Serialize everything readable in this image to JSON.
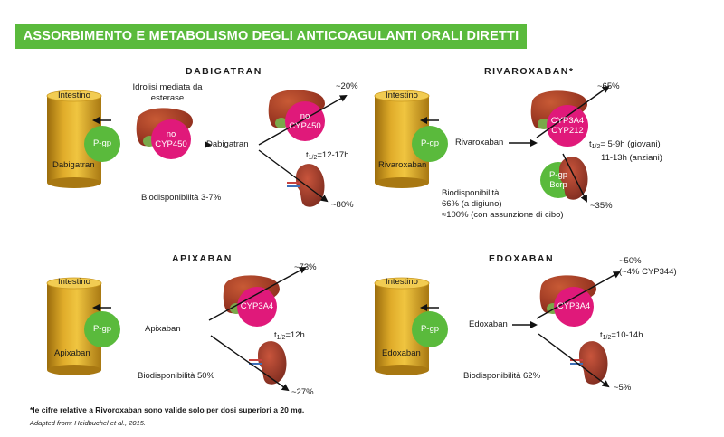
{
  "title": "ASSORBIMENTO E METABOLISMO DEGLI ANTICOAGULANTI ORALI DIRETTI",
  "panels": {
    "dabigatran": {
      "heading": "DABIGATRAN",
      "intestine_label": "Intestino",
      "drug_in_intestine": "Dabigatran",
      "pgp": "P-gp",
      "hydrolysis": [
        "Idrolisi mediata da",
        "esterase"
      ],
      "liver1_badge": [
        "no",
        "CYP450"
      ],
      "after_liver": "Dabigatran",
      "liver2_badge": [
        "no",
        "CYP450"
      ],
      "liver_percent": "~20%",
      "half_life": "=12-17h",
      "kidney_percent": "~80%",
      "bioavailability": "Biodisponibilità 3-7%"
    },
    "rivaroxaban": {
      "heading": "RIVAROXABAN*",
      "intestine_label": "Intestino",
      "drug_in_intestine": "Rivaroxaban",
      "pgp": "P-gp",
      "after_pgp": "Rivaroxaban",
      "liver_badge": [
        "CYP3A4",
        "CYP212"
      ],
      "liver_percent": "~65%",
      "half_life": [
        "= 5-9h (giovani)",
        "11-13h (anziani)"
      ],
      "pgp_bcrp": [
        "P-gp",
        "Bcrp"
      ],
      "kidney_percent": "~35%",
      "bioavailability": [
        "Biodisponibilità",
        "66% (a digiuno)",
        "≈100% (con assunzione di cibo)"
      ]
    },
    "apixaban": {
      "heading": "APIXABAN",
      "intestine_label": "Intestino",
      "drug_in_intestine": "Apixaban",
      "pgp": "P-gp",
      "after_pgp": "Apixaban",
      "liver_badge": "CYP3A4",
      "liver_percent": "~73%",
      "half_life": "=12h",
      "kidney_percent": "~27%",
      "bioavailability": "Biodisponibilità 50%"
    },
    "edoxaban": {
      "heading": "EDOXABAN",
      "intestine_label": "Intestino",
      "drug_in_intestine": "Edoxaban",
      "pgp": "P-gp",
      "after_pgp": "Edoxaban",
      "liver_badge": "CYP3A4",
      "liver_percent": [
        "~50%",
        "(~4% CYP344)"
      ],
      "half_life": "=10-14h",
      "kidney_percent": "~5%",
      "bioavailability": "Biodisponibilità 62%"
    }
  },
  "half_life_symbol": "t",
  "half_life_sub": "1/2",
  "footnote": "*le cifre relative a Rivoroxaban sono valide solo per dosi superiori a 20 mg.",
  "source": "Adapted from: Heidbuchel et al., 2015.",
  "colors": {
    "banner": "#5aba3c",
    "pgp": "#5aba3c",
    "cyp": "#e0197a",
    "intestine": "#d9a21b",
    "liver": "#a6341c",
    "gallbladder": "#7aa84a"
  }
}
